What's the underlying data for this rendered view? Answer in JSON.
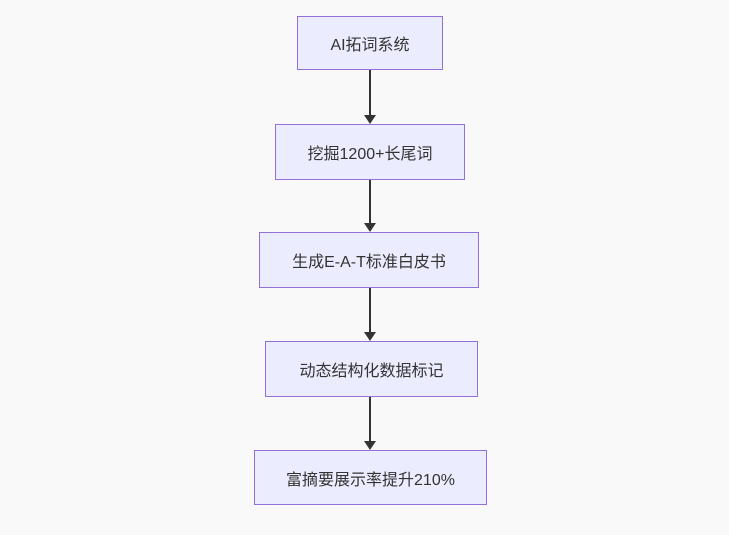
{
  "diagram": {
    "type": "flowchart-vertical",
    "nodes": [
      {
        "id": "step-1",
        "label": "AI拓词系统"
      },
      {
        "id": "step-2",
        "label": "挖掘1200+长尾词"
      },
      {
        "id": "step-3",
        "label": "生成E-A-T标准白皮书"
      },
      {
        "id": "step-4",
        "label": "动态结构化数据标记"
      },
      {
        "id": "step-5",
        "label": "富摘要展示率提升210%"
      }
    ],
    "edges": [
      {
        "from": "step-1",
        "to": "step-2"
      },
      {
        "from": "step-2",
        "to": "step-3"
      },
      {
        "from": "step-3",
        "to": "step-4"
      },
      {
        "from": "step-4",
        "to": "step-5"
      }
    ],
    "colors": {
      "background": "#f9f9f9",
      "node_fill": "#ECECFF",
      "node_border": "#9370DB",
      "node_text": "#333333",
      "arrow": "#333333"
    }
  }
}
